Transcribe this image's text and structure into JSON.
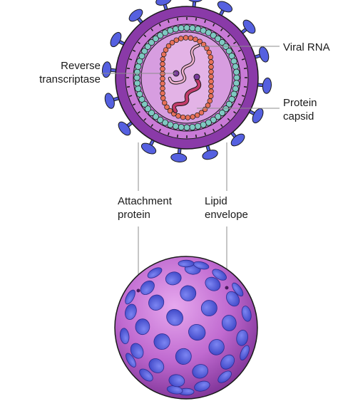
{
  "labels": {
    "reverse_transcriptase": "Reverse\ntranscriptase",
    "viral_rna": "Viral RNA",
    "protein_capsid": "Protein\ncapsid",
    "attachment_protein": "Attachment\nprotein",
    "lipid_envelope": "Lipid\nenvelope"
  },
  "colors": {
    "envelope": "#8a3aa8",
    "envelope_inner": "#c97ad6",
    "interior": "#d79de0",
    "capsid": "#7fc8c2",
    "capsid_core": "#e3b3e6",
    "capsid_dots": "#e8715a",
    "spike": "#5560e0",
    "spike_dark": "#2d2c8f",
    "rna_light": "#f0b3cf",
    "rna_dark": "#c23b6a",
    "enzyme": "#7a3b9c",
    "outline": "#1a1a1a",
    "leader": "#8c8c8c"
  }
}
